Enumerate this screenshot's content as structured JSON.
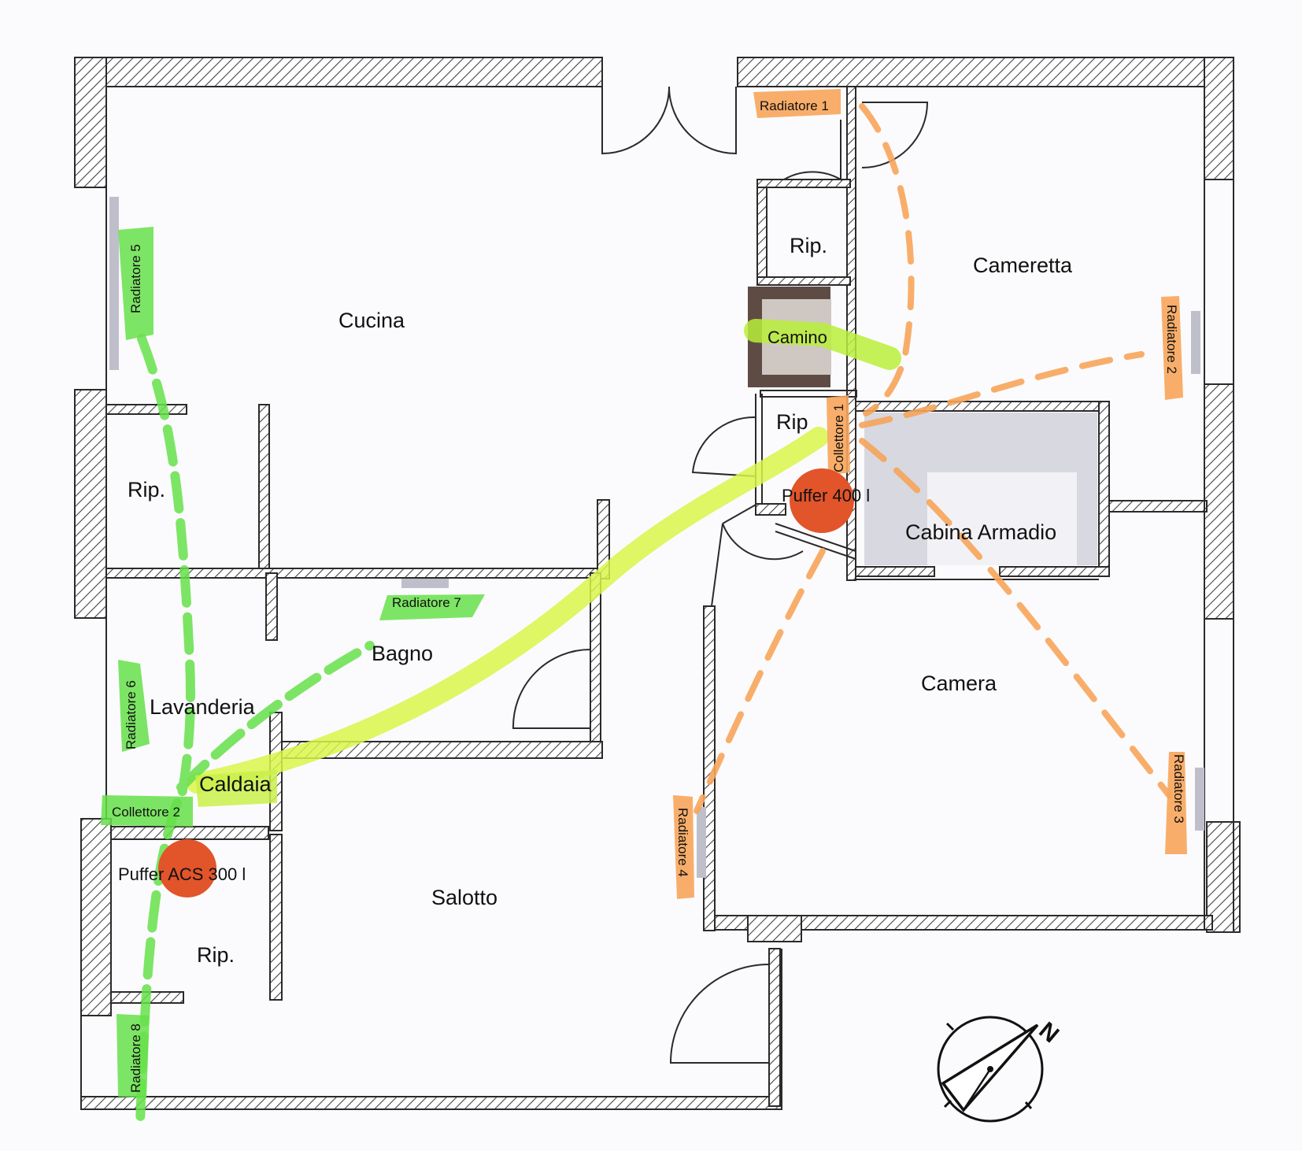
{
  "rooms": {
    "cucina": "Cucina",
    "cameretta": "Cameretta",
    "rip_top": "Rip.",
    "rip_small": "Rip",
    "rip_left": "Rip.",
    "rip_bottom": "Rip.",
    "cabina": "Cabina Armadio",
    "bagno": "Bagno",
    "lavanderia": "Lavanderia",
    "caldaia": "Caldaia",
    "camera": "Camera",
    "salotto": "Salotto",
    "camino": "Camino"
  },
  "labels": {
    "radiatore_1": "Radiatore 1",
    "radiatore_2": "Radiatore 2",
    "radiatore_3": "Radiatore 3",
    "radiatore_4": "Radiatore 4",
    "radiatore_5": "Radiatore 5",
    "radiatore_6": "Radiatore 6",
    "radiatore_7": "Radiatore 7",
    "radiatore_8": "Radiatore 8",
    "collettore_1": "Collettore 1",
    "collettore_2": "Collettore 2",
    "puffer_400": "Puffer 400 l",
    "puffer_acs": "Puffer ACS 300 l",
    "north": "N"
  },
  "colors": {
    "wall": "#2a2a2a",
    "hatch": "#555555",
    "highlighter_green": "#66e04a",
    "highlighter_yellow": "#d9f54a",
    "highlighter_orange": "#f7a55a",
    "puffer": "#e2542a",
    "camino": "#5e4c44",
    "cabina_fill": "#d8d8e0"
  }
}
